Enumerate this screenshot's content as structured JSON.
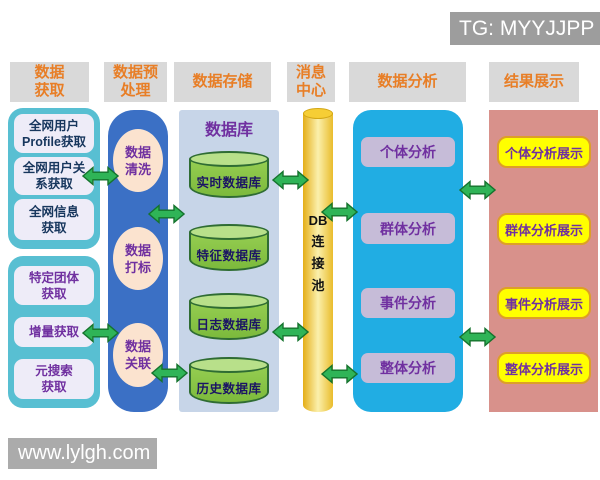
{
  "watermark_top": {
    "text": "TG: MYYJJPP"
  },
  "watermark_bottom": {
    "text": "www.lylgh.com"
  },
  "headers": [
    {
      "id": "acquisition",
      "lines": [
        "数据",
        "获取"
      ]
    },
    {
      "id": "preprocessing",
      "lines": [
        "数据预",
        "处理"
      ]
    },
    {
      "id": "storage",
      "lines": [
        "数据存储"
      ]
    },
    {
      "id": "message-center",
      "lines": [
        "消息",
        "中心"
      ]
    },
    {
      "id": "analysis",
      "lines": [
        "数据分析"
      ]
    },
    {
      "id": "results",
      "lines": [
        "结果展示"
      ]
    }
  ],
  "acquisition": {
    "group1": {
      "items": [
        {
          "lines": [
            "全网用户",
            "Profile获取"
          ]
        },
        {
          "lines": [
            "全网用户关",
            "系获取"
          ]
        },
        {
          "lines": [
            "全网信息",
            "获取"
          ]
        }
      ]
    },
    "group2": {
      "items": [
        {
          "lines": [
            "特定团体",
            "获取"
          ]
        },
        {
          "lines": [
            "增量获取"
          ]
        },
        {
          "lines": [
            "元搜索",
            "获取"
          ]
        }
      ]
    }
  },
  "preprocessing": {
    "items": [
      {
        "lines": [
          "数据",
          "清洗"
        ]
      },
      {
        "lines": [
          "数据",
          "打标"
        ]
      },
      {
        "lines": [
          "数据",
          "关联"
        ]
      }
    ]
  },
  "storage": {
    "label": "数据库",
    "databases": [
      "实时数据库",
      "特征数据库",
      "日志数据库",
      "历史数据库"
    ]
  },
  "message_center": {
    "chars": [
      "DB",
      "连",
      "接",
      "池"
    ]
  },
  "analysis": {
    "items": [
      "个体分析",
      "群体分析",
      "事件分析",
      "整体分析"
    ]
  },
  "results": {
    "items": [
      "个体分析展示",
      "群体分析展示",
      "事件分析展示",
      "整体分析展示"
    ]
  },
  "colors": {
    "header_bg": "#D9D9D9",
    "header_text": "#E87E26",
    "acquisition_container": "#58BFD2",
    "acquisition_box": "#EEECF8",
    "acquisition_text_primary": "#17365D",
    "acquisition_text_secondary": "#7030A0",
    "preprocess_container": "#3B70C5",
    "preprocess_oval": "#FBE3CF",
    "storage_container": "#C7D5E8",
    "cylinder_green": "#84C342",
    "cylinder_outline": "#2F6C33",
    "cylinder_text": "#1B1464",
    "pool_gold": "#E9B81F",
    "analysis_container": "#21ADE3",
    "analysis_box": "#C6BCD8",
    "results_container": "#D8918B",
    "results_box": "#FFFF00",
    "results_box_border": "#DD9F27",
    "purple_text": "#7030A0",
    "arrow_fill": "#2FB457",
    "arrow_stroke": "#15732D",
    "watermark_bg": "#9D9D9D",
    "watermark_text": "#FFFFFF"
  }
}
